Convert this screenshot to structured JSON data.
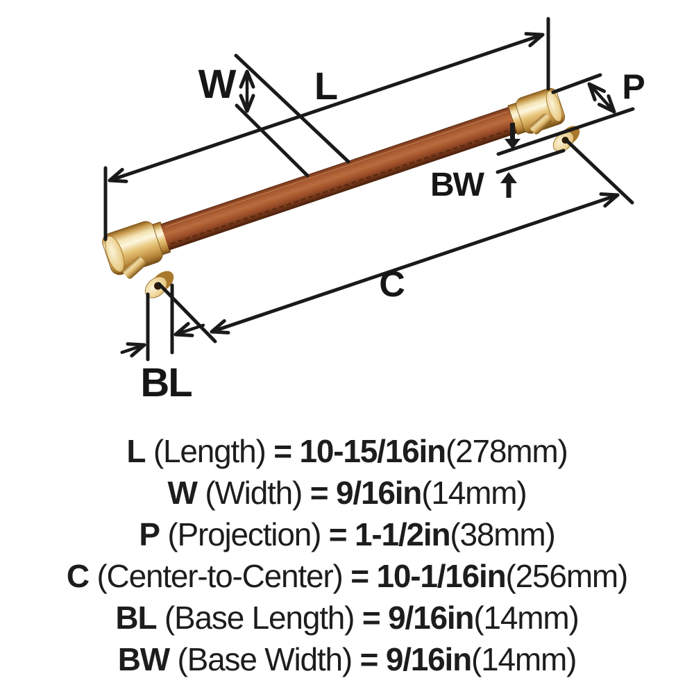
{
  "diagram": {
    "labels": {
      "length": "L",
      "width": "W",
      "projection": "P",
      "center_to_center": "C",
      "base_length": "BL",
      "base_width": "BW"
    },
    "colors": {
      "line": "#1a1a1a",
      "leather": "#a85a30",
      "leather_dark": "#5e2d15",
      "gold": "#d9ab5e",
      "gold_light": "#fbf3d8",
      "gold_dark": "#8a5d1e"
    }
  },
  "specs": {
    "rows": [
      {
        "symbol": "L",
        "name": "(Length)",
        "eq": "=",
        "imperial": "10-15/16in",
        "metric": "(278mm)"
      },
      {
        "symbol": "W",
        "name": "(Width)",
        "eq": "=",
        "imperial": "9/16in",
        "metric": "(14mm)"
      },
      {
        "symbol": "P",
        "name": "(Projection)",
        "eq": "=",
        "imperial": "1-1/2in",
        "metric": "(38mm)"
      },
      {
        "symbol": "C",
        "name": "(Center-to-Center)",
        "eq": "=",
        "imperial": "10-1/16in",
        "metric": "(256mm)"
      },
      {
        "symbol": "BL",
        "name": "(Base Length)",
        "eq": "=",
        "imperial": "9/16in",
        "metric": "(14mm)"
      },
      {
        "symbol": "BW",
        "name": "(Base Width)",
        "eq": "=",
        "imperial": "9/16in",
        "metric": "(14mm)"
      }
    ]
  }
}
